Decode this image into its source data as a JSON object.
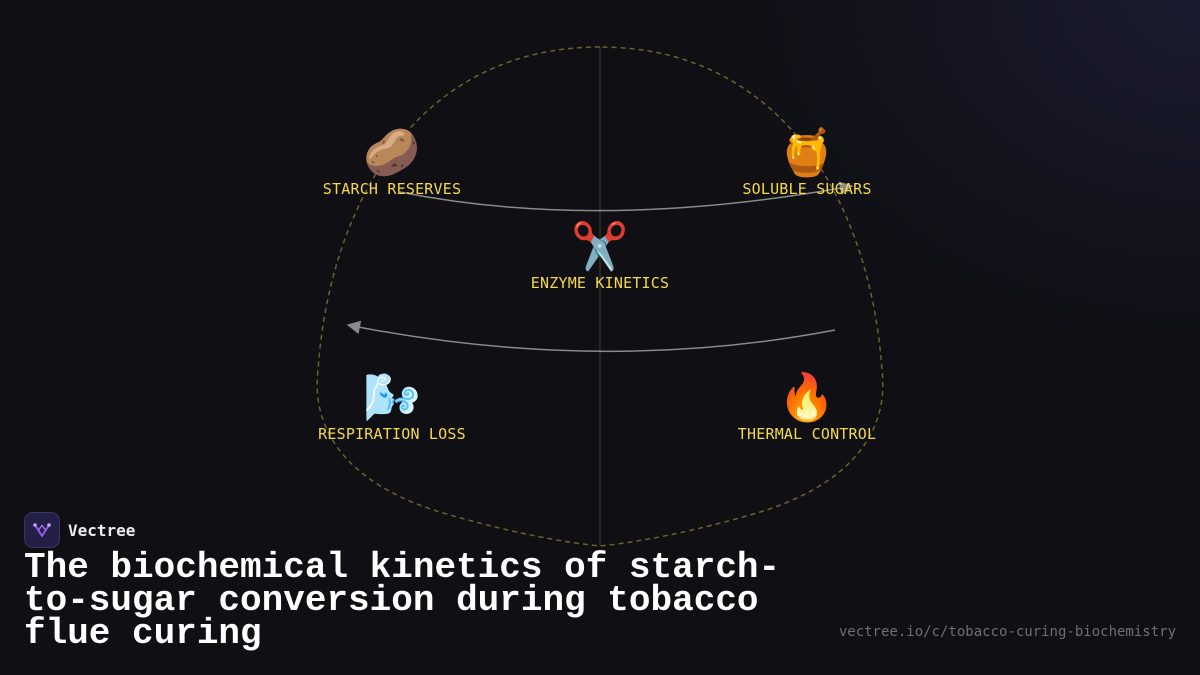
{
  "nodes": {
    "starch": {
      "icon": "🥔",
      "icon_name": "potato-icon",
      "label": "STARCH RESERVES"
    },
    "sugars": {
      "icon": "🍯",
      "icon_name": "honey-pot-icon",
      "label": "SOLUBLE SUGARS"
    },
    "enzyme": {
      "icon": "✂️",
      "icon_name": "scissors-icon",
      "label": "ENZYME KINETICS"
    },
    "respiration": {
      "icon": "🌬️",
      "icon_name": "wind-face-icon",
      "label": "RESPIRATION LOSS"
    },
    "thermal": {
      "icon": "🔥",
      "icon_name": "fire-icon",
      "label": "THERMAL CONTROL"
    }
  },
  "brand": {
    "name": "Vectree",
    "logo_icon": "vectree-logo-icon"
  },
  "title": "The biochemical kinetics of starch-to-sugar conversion during tobacco flue curing",
  "url": "vectree.io/c/tobacco-curing-biochemistry",
  "colors": {
    "background": "#0f0f14",
    "label": "#f5d94a",
    "outline": "#6b6230",
    "arrow": "#8a8a8a",
    "title": "#ffffff",
    "url": "#6e6e7a"
  }
}
